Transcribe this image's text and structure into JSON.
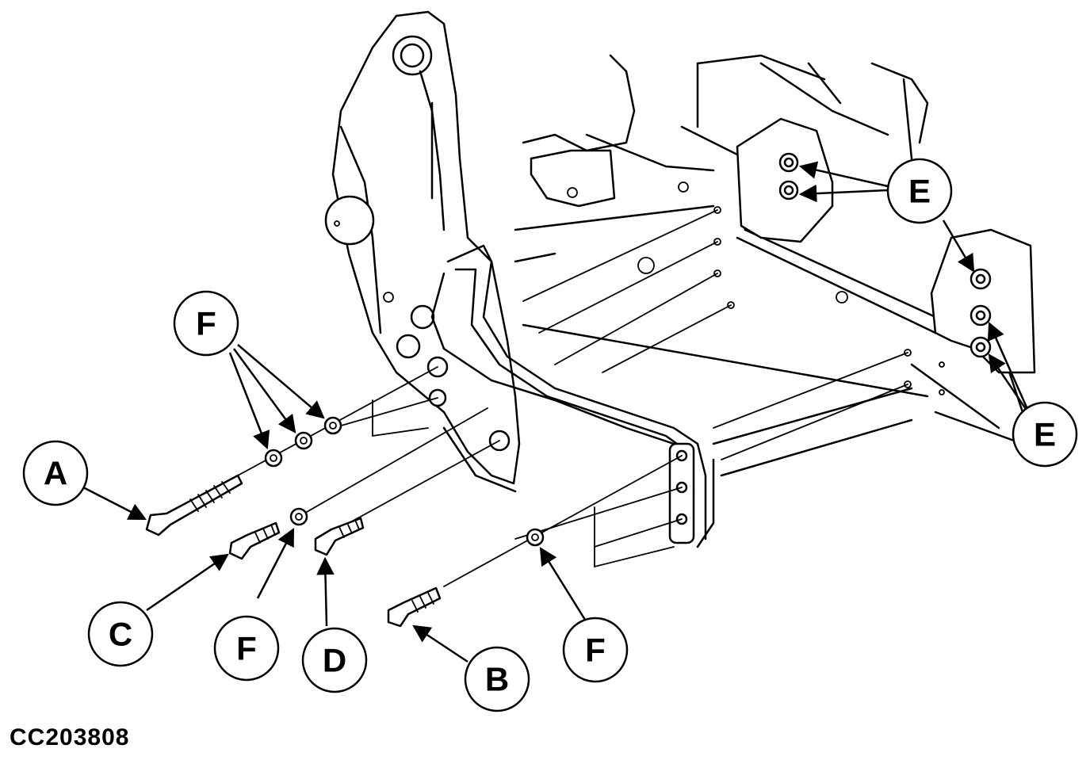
{
  "figure": {
    "id": "CC203808",
    "callouts": [
      {
        "key": "A",
        "label": "A"
      },
      {
        "key": "B",
        "label": "B"
      },
      {
        "key": "C",
        "label": "C"
      },
      {
        "key": "D",
        "label": "D"
      },
      {
        "key": "E1",
        "label": "E"
      },
      {
        "key": "E2",
        "label": "E"
      },
      {
        "key": "F1",
        "label": "F"
      },
      {
        "key": "F2",
        "label": "F"
      },
      {
        "key": "F3",
        "label": "F"
      }
    ]
  }
}
